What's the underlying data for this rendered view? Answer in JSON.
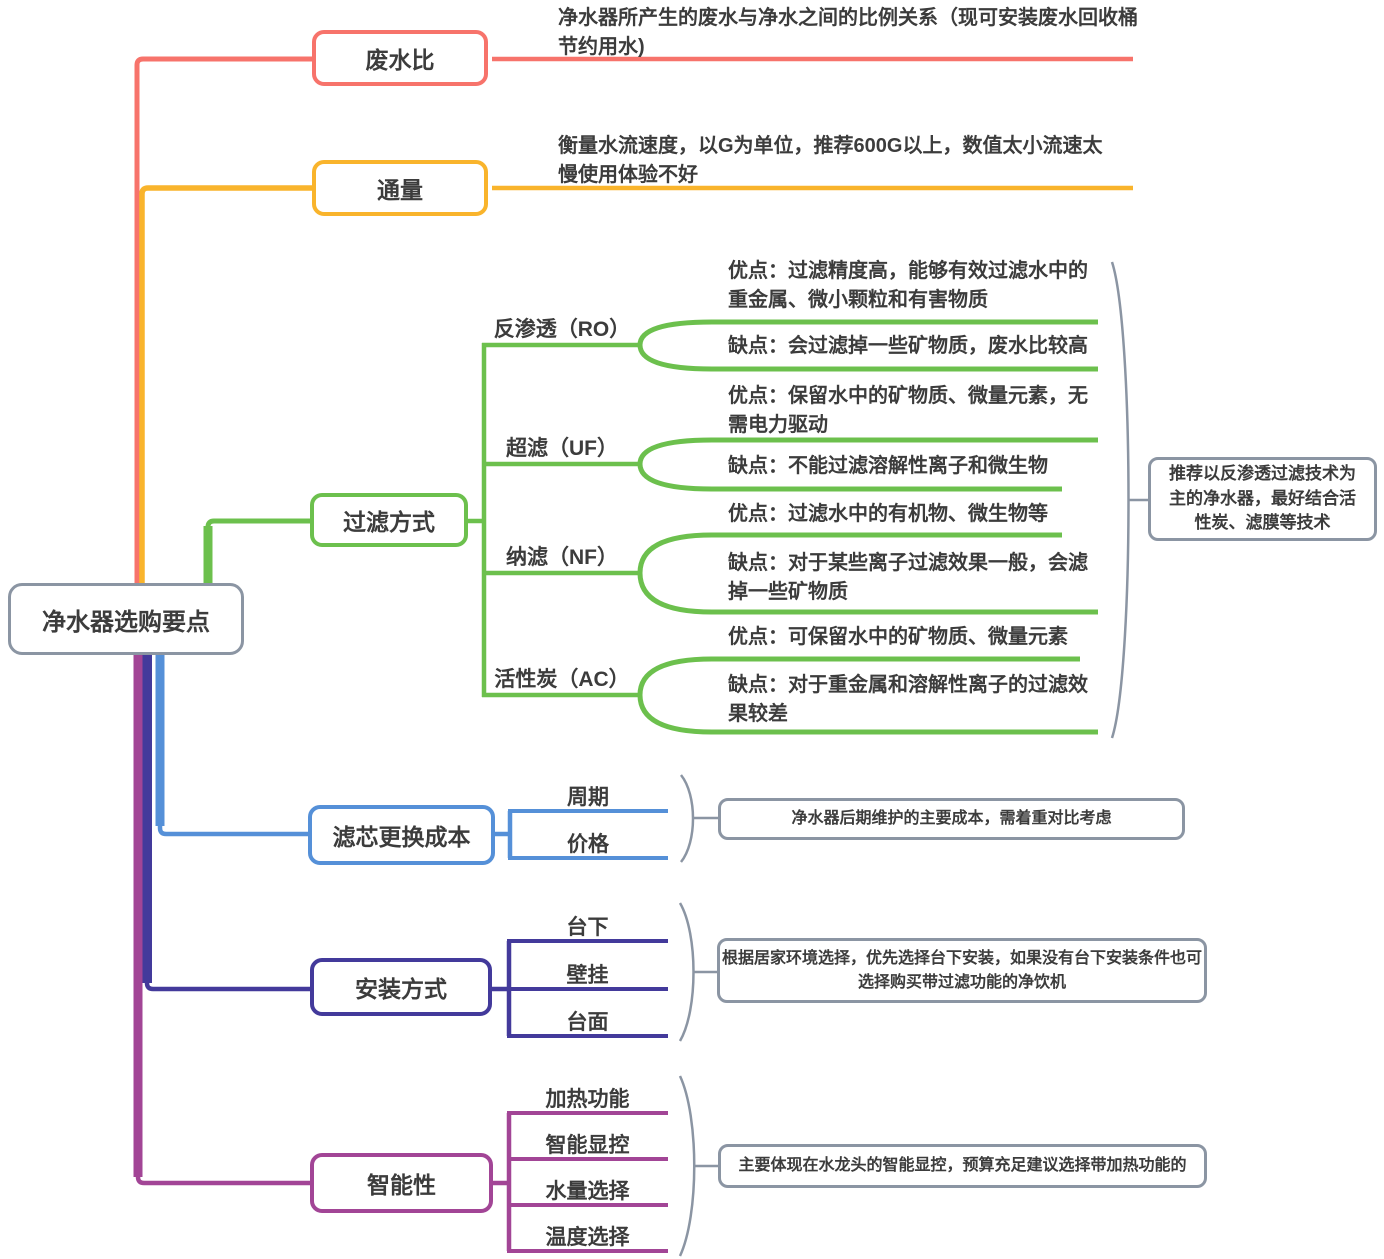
{
  "title": "净水器选购要点思维导图",
  "root": {
    "label": "净水器选购要点"
  },
  "colors": {
    "wastewater": "#f7736b",
    "flux": "#f9b42c",
    "filtration": "#6cc04d",
    "filter_cost": "#5590d8",
    "installation": "#433a9b",
    "smart": "#a24596",
    "neutral_gray": "#8b95a3",
    "text": "#3c3c3c"
  },
  "branches": {
    "wastewater": {
      "label": "废水比",
      "note": "净水器所产生的废水与净水之间的比例关系（现可安装废水回收桶节约用水)"
    },
    "flux": {
      "label": "通量",
      "note": "衡量水流速度，以G为单位，推荐600G以上，数值太小流速太慢使用体验不好"
    },
    "filtration": {
      "label": "过滤方式",
      "methods": [
        {
          "label": "反渗透（RO）",
          "pros": "优点：过滤精度高，能够有效过滤水中的重金属、微小颗粒和有害物质",
          "cons": "缺点：会过滤掉一些矿物质，废水比较高"
        },
        {
          "label": "超滤（UF）",
          "pros": "优点：保留水中的矿物质、微量元素，无需电力驱动",
          "cons": "缺点：不能过滤溶解性离子和微生物"
        },
        {
          "label": "纳滤（NF）",
          "pros": "优点：过滤水中的有机物、微生物等",
          "cons": "缺点：对于某些离子过滤效果一般，会滤掉一些矿物质"
        },
        {
          "label": "活性炭（AC）",
          "pros": "优点：可保留水中的矿物质、微量元素",
          "cons": "缺点：对于重金属和溶解性离子的过滤效果较差"
        }
      ],
      "summary": "推荐以反渗透过滤技术为主的净水器，最好结合活性炭、滤膜等技术"
    },
    "filter_cost": {
      "label": "滤芯更换成本",
      "children": [
        {
          "label": "周期"
        },
        {
          "label": "价格"
        }
      ],
      "note": "净水器后期维护的主要成本，需着重对比考虑"
    },
    "installation": {
      "label": "安装方式",
      "children": [
        {
          "label": "台下"
        },
        {
          "label": "壁挂"
        },
        {
          "label": "台面"
        }
      ],
      "note": "根据居家环境选择，优先选择台下安装，如果没有台下安装条件也可选择购买带过滤功能的净饮机"
    },
    "smart": {
      "label": "智能性",
      "children": [
        {
          "label": "加热功能"
        },
        {
          "label": "智能显控"
        },
        {
          "label": "水量选择"
        },
        {
          "label": "温度选择"
        }
      ],
      "note": "主要体现在水龙头的智能显控，预算充足建议选择带加热功能的"
    }
  }
}
